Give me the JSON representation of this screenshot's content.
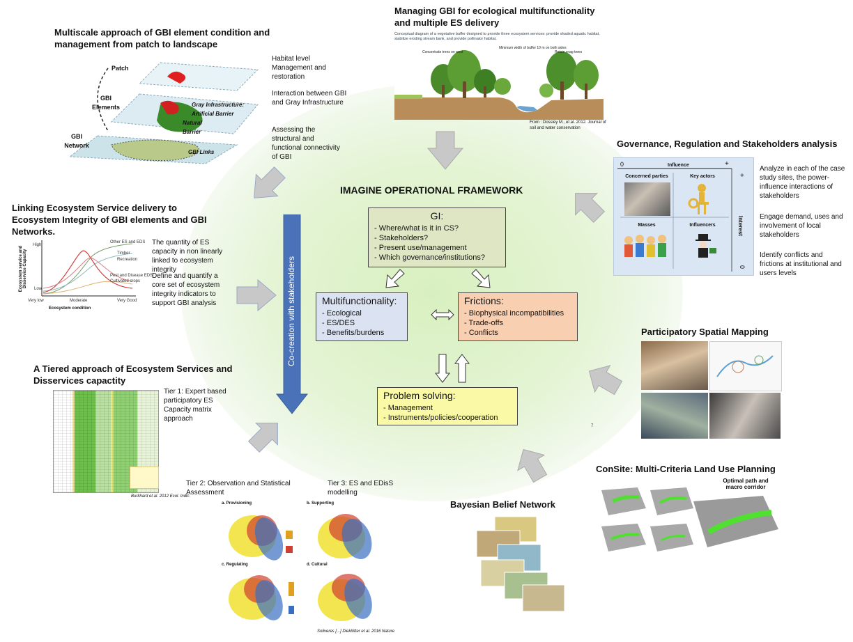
{
  "center": {
    "title": "IMAGINE OPERATIONAL FRAMEWORK",
    "cocreation": "Co-creation with stakeholders",
    "gi": {
      "heading": "GI:",
      "items": [
        "Where/what is it in CS?",
        "Stakeholders?",
        "Present use/management",
        "Which governance/institutions?"
      ]
    },
    "multifunctionality": {
      "heading": "Multifunctionality:",
      "items": [
        "Ecological",
        "ES/DES",
        "Benefits/burdens"
      ]
    },
    "frictions": {
      "heading": "Frictions:",
      "items": [
        "Biophysical incompatibilities",
        "Trade-offs",
        "Conflicts"
      ]
    },
    "problem": {
      "heading": "Problem solving:",
      "items": [
        "Management",
        "Instruments/policies/cooperation"
      ]
    },
    "page_mark": "7"
  },
  "multiscale": {
    "title": "Multiscale approach of GBI element condition and management from patch to landscape",
    "labels": {
      "patch": "Patch",
      "gbi_elements": "GBI Elements",
      "gbi_network": "GBI Network",
      "gray": "Gray Infrastructure: Artificial Barrier",
      "natural": "Natural Barrier",
      "links": "GBI Links"
    },
    "notes": [
      "Habitat level Management and restoration",
      "Interaction between GBI and Gray Infrastructure",
      "Assessing the structural and functional connectivity of GBI"
    ]
  },
  "managing": {
    "title": "Managing GBI for ecological multifunctionality and multiple ES delivery",
    "caption": "Conceptual diagram of a vegetative buffer designed to provide three ecosystem services: provide shaded aquatic habitat, stabilize eroding stream bank, and provide pollinator habitat.",
    "source": "From : Dossley M., et al. 2012. Journal of soil and water conservation"
  },
  "governance": {
    "title": "Governance, Regulation and Stakeholders analysis",
    "matrix": {
      "zero_left": "0",
      "influence": "Influence",
      "plus_top": "+",
      "plus_side": "+",
      "interest": "Interest",
      "zero_bottom": "0",
      "cells": [
        "Concerned parties",
        "Key actors",
        "Masses",
        "Influencers"
      ]
    },
    "notes": [
      "Analyze in each of the case study sites, the power-influence interactions of stakeholders",
      "Engage demand, uses and involvement of local stakeholders",
      "Identify conflicts and frictions at institutional and users levels"
    ]
  },
  "linking": {
    "title": "Linking Ecosystem Service delivery to Ecosystem Integrity of GBI elements and GBI Networks.",
    "chart": {
      "ylabel": "Ecosystem service and Disservice Capacity",
      "xlabel": "Ecosystem condition",
      "xticks": [
        "Very low",
        "Moderate",
        "Very Good"
      ],
      "yhigh": "High",
      "ylow": "Low",
      "legend": [
        "Other ES and EDS",
        "Timber",
        "Recreation",
        "Pest and Disease EDS",
        "Cultivated crops"
      ]
    },
    "notes": [
      "The quantity of ES capacity in non linearly linked to ecosystem integrity",
      "Define and quantify a core set of ecosystem integrity indicators to support GBI analysis"
    ]
  },
  "tiered": {
    "title": "A Tiered approach of Ecosystem Services and Disservices capactity",
    "tier1": "Tier 1: Expert based participatory  ES Capacity matrix approach",
    "citation": "Burkhard et al. 2012 Ecol. Indic.",
    "tier2": "Tier 2: Observation and Statistical Assessment",
    "tier3": "Tier 3: ES and EDisS modelling",
    "panels": [
      "a. Provisioning",
      "b. Supporting",
      "c. Regulating",
      "d. Cultural"
    ],
    "footer": "Soliveres [...] Dieklötter et al. 2016 Nature"
  },
  "participatory": {
    "title": "Participatory Spatial Mapping"
  },
  "consite": {
    "title": "ConSite: Multi-Criteria Land Use Planning",
    "sub": "Optimal path and macro corridor"
  },
  "bayesian": {
    "title": "Bayesian Belief Network"
  }
}
